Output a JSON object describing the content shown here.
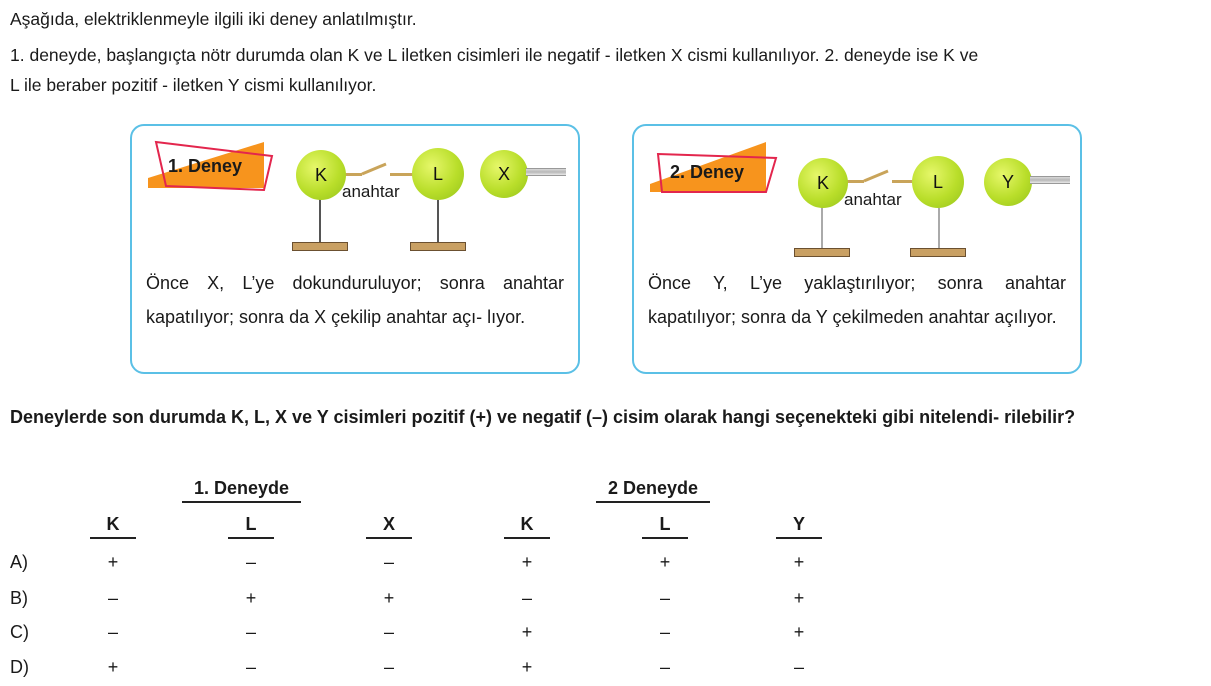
{
  "intro": {
    "line1": "Aşağıda, elektriklenmeyle ilgili iki deney anlatılmıştır.",
    "line2": "1. deneyde, başlangıçta nötr durumda olan K ve L iletken cisimleri ile negatif - iletken X cismi kullanılıyor. 2. deneyde ise K ve",
    "line3": "L ile beraber pozitif - iletken Y cismi kullanılıyor."
  },
  "experiment1": {
    "title": "1. Deney",
    "ball_k": "K",
    "ball_l": "L",
    "ball_x": "X",
    "switch_label": "anahtar",
    "description": "Önce X, L’ye dokunduruluyor; sonra anahtar kapatılıyor; sonra da X çekilip anahtar açı- lıyor."
  },
  "experiment2": {
    "title": "2. Deney",
    "ball_k": "K",
    "ball_l": "L",
    "ball_y": "Y",
    "switch_label": "anahtar",
    "description": "Önce Y, L’ye yaklaştırılıyor; sonra anahtar kapatılıyor; sonra da Y çekilmeden anahtar açılıyor."
  },
  "question": "Deneylerde son durumda K, L, X ve Y cisimleri pozitif (+) ve negatif (–) cisim olarak hangi seçenekteki gibi nitelendi- rilebilir?",
  "table": {
    "group1": "1. Deneyde",
    "group2": "2 Deneyde",
    "columns": [
      "K",
      "L",
      "X",
      "K",
      "L",
      "Y"
    ],
    "rows": [
      {
        "label": "A)",
        "values": [
          "+",
          "–",
          "–",
          "+",
          "+",
          "+"
        ]
      },
      {
        "label": "B)",
        "values": [
          "–",
          "+",
          "+",
          "–",
          "–",
          "+"
        ]
      },
      {
        "label": "C)",
        "values": [
          "–",
          "–",
          "–",
          "+",
          "–",
          "+"
        ]
      },
      {
        "label": "D)",
        "values": [
          "+",
          "–",
          "–",
          "+",
          "–",
          "–"
        ]
      }
    ]
  },
  "colors": {
    "box_border": "#5bc0e6",
    "tag_fill": "#f7941d",
    "tag_outline": "#e3264d",
    "ball": "#b9de2a"
  }
}
